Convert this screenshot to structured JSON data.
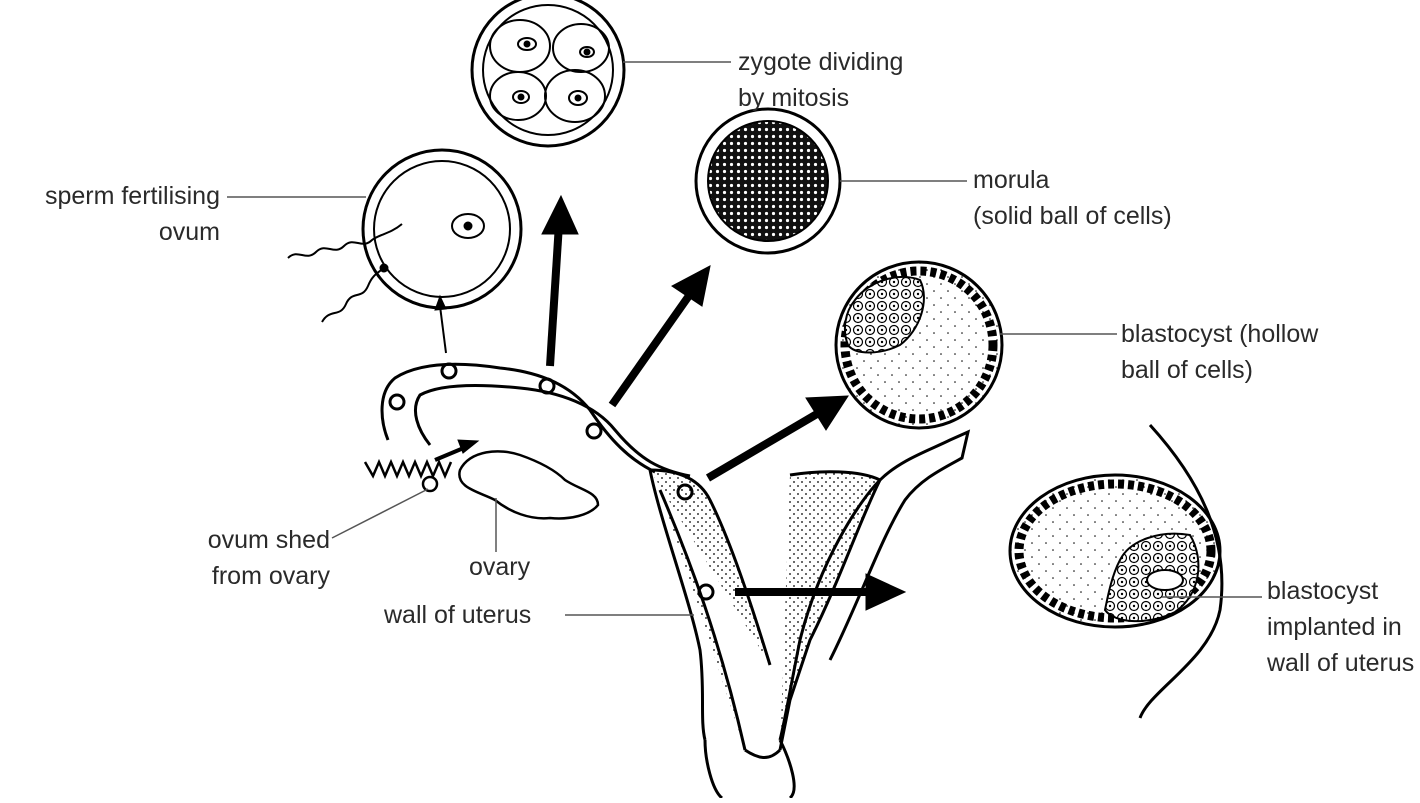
{
  "title": "",
  "labels": {
    "zygote": [
      "zygote dividing",
      "by mitosis"
    ],
    "morula": [
      "morula",
      "(solid ball of cells)"
    ],
    "sperm": [
      "sperm fertilising",
      "ovum"
    ],
    "blastocyst": [
      "blastocyst (hollow",
      "ball of cells)"
    ],
    "ovum_shed": [
      "ovum shed",
      "from ovary"
    ],
    "ovary": [
      "ovary"
    ],
    "wall": [
      "wall of uterus"
    ],
    "implanted": [
      "blastocyst",
      "implanted in",
      "wall of uterus"
    ]
  },
  "stages": [
    "sperm fertilising ovum",
    "zygote dividing by mitosis",
    "morula",
    "blastocyst",
    "blastocyst implanted in wall of uterus"
  ],
  "colors": {
    "ink": "#000000",
    "text": "#2a2a2a",
    "background": "#ffffff"
  }
}
